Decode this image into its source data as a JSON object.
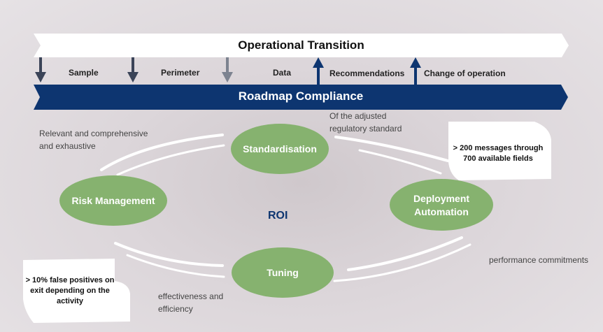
{
  "banner_top": {
    "title": "Operational Transition"
  },
  "banner_bottom": {
    "title": "Roadmap Compliance"
  },
  "arrow_labels": [
    "Sample",
    "Perimeter",
    "Data",
    "Recommendations",
    "Change of operation"
  ],
  "nodes": {
    "standardisation": "Standardisation",
    "risk_management": "Risk Management",
    "deployment_line1": "Deployment",
    "deployment_line2": "Automation",
    "tuning": "Tuning"
  },
  "center_label": "ROI",
  "annotations": {
    "adjusted_line1": "Of the adjusted",
    "adjusted_line2": "regulatory standard",
    "relevant_line1": "Relevant and comprehensive",
    "relevant_line2": "and exhaustive",
    "performance": "performance commitments",
    "effectiveness_line1": "effectiveness and",
    "effectiveness_line2": "efficiency"
  },
  "notes": {
    "messages_line1": "> 200 messages through",
    "messages_line2": "700 available fields",
    "false_pos_line1": "> 10% false positives on",
    "false_pos_line2": "exit depending on the",
    "false_pos_line3": "activity"
  },
  "colors": {
    "navy": "#0d3570",
    "green": "#86b26f",
    "grey_arrow": "#7d8390",
    "dark_arrow": "#3b4458"
  }
}
